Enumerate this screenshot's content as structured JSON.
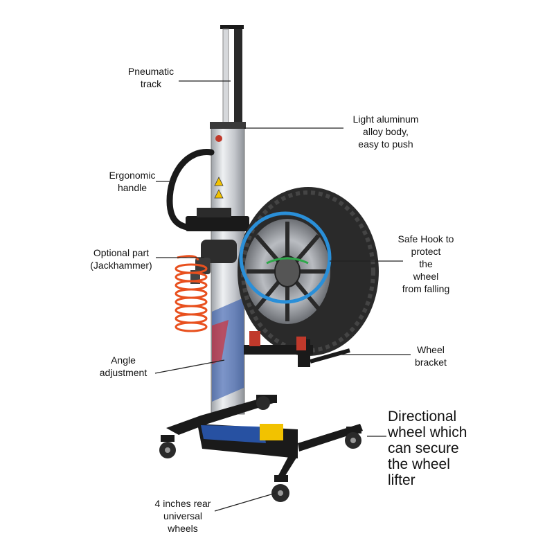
{
  "callouts": {
    "pneumatic_track": "Pneumatic\ntrack",
    "aluminum_body": "Light aluminum\nalloy body,\neasy to push",
    "ergonomic_handle": "Ergonomic\nhandle",
    "safe_hook": "Safe Hook to\nprotect\nthe\nwheel\nfrom falling",
    "optional_part": "Optional part\n(Jackhammer)",
    "wheel_bracket": "Wheel\nbracket",
    "angle_adjustment": "Angle\nadjustment",
    "directional_wheel": "Directional\nwheel which\ncan secure\nthe wheel\nlifter",
    "rear_wheels": "4 inches rear\nuniversal\nwheels"
  },
  "colors": {
    "frame": "#1a1a1a",
    "column": "#c8cbd0",
    "tire": "#2a2a2a",
    "rim": "#9a9ca0",
    "highlight_circle": "#2a8fd8",
    "hose": "#e8501e",
    "leader_line": "#222222"
  }
}
